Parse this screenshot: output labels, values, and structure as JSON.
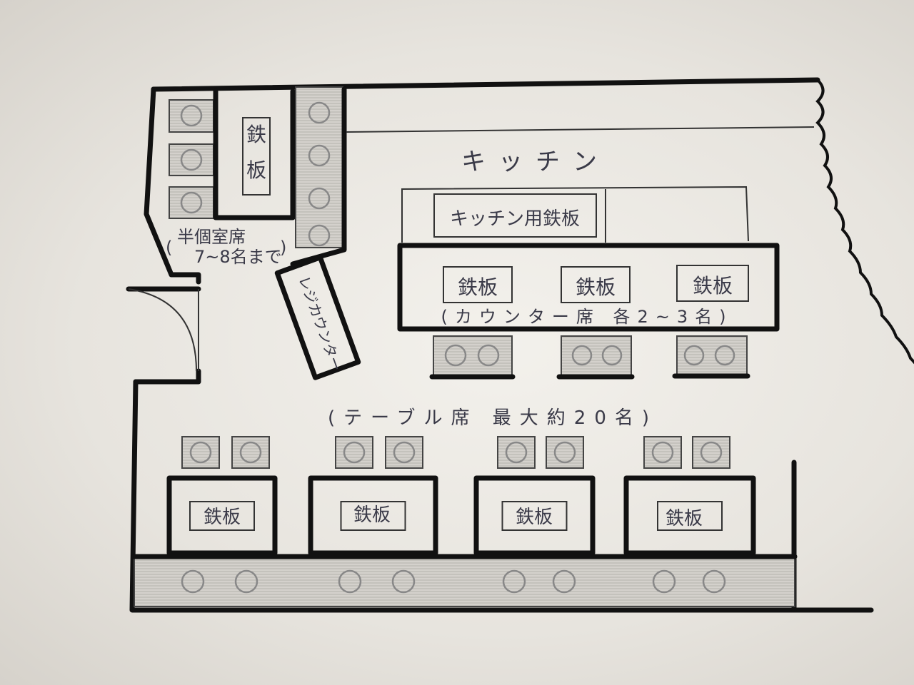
{
  "floor_plan": {
    "kitchen": {
      "label": "キッチン",
      "griddle_label": "キッチン用鉄板"
    },
    "semi_private": {
      "griddle_label": "鉄板",
      "caption_line1": "半個室席",
      "caption_line2": "7~8名まで",
      "open_paren": "(",
      "close_paren": ")",
      "seats": 3
    },
    "register": {
      "label": "レジカウンター"
    },
    "counter": {
      "griddles": [
        "鉄板",
        "鉄板",
        "鉄板"
      ],
      "caption": "(カウンター席 各2~3名)"
    },
    "tables": {
      "caption": "(テーブル席 最大約20名)",
      "griddles": [
        "鉄板",
        "鉄板",
        "鉄板",
        "鉄板"
      ]
    },
    "colors": {
      "ink": "#111111",
      "pencil": "#888888",
      "paper": "#eeebe6"
    }
  }
}
